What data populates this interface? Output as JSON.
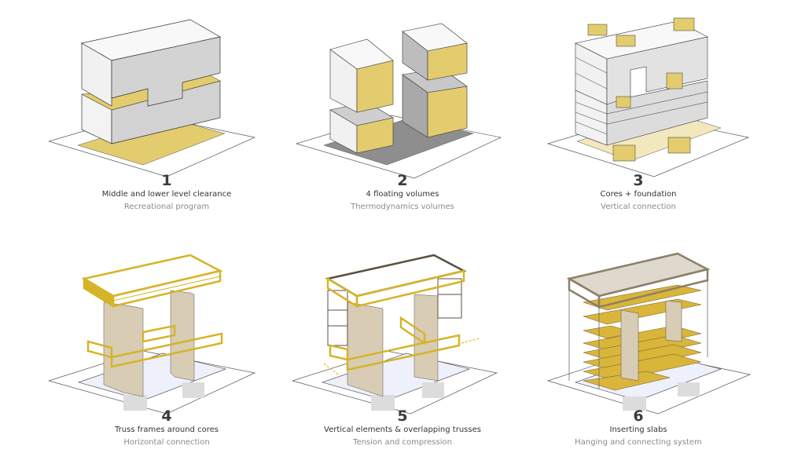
{
  "colors": {
    "accent_yellow": "#e3cc6e",
    "truss_yellow": "#d6b428",
    "volume_white": "#f4f4f4",
    "volume_shade": "#cfcfcf",
    "core_beige": "#d8ccb4",
    "frame_dark": "#5a5040",
    "outline": "#333333"
  },
  "steps": [
    {
      "number": "1",
      "title": "Middle and lower level clearance",
      "subtitle": "Recreational program"
    },
    {
      "number": "2",
      "title": "4 floating volumes",
      "subtitle": "Thermodynamics volumes"
    },
    {
      "number": "3",
      "title": "Cores + foundation",
      "subtitle": "Vertical connection"
    },
    {
      "number": "4",
      "title": "Truss frames around cores",
      "subtitle": "Horizontal connection"
    },
    {
      "number": "5",
      "title": "Vertical elements & overlapping trusses",
      "subtitle": "Tension and compression"
    },
    {
      "number": "6",
      "title": "Inserting slabs",
      "subtitle": "Hanging and connecting system"
    }
  ]
}
